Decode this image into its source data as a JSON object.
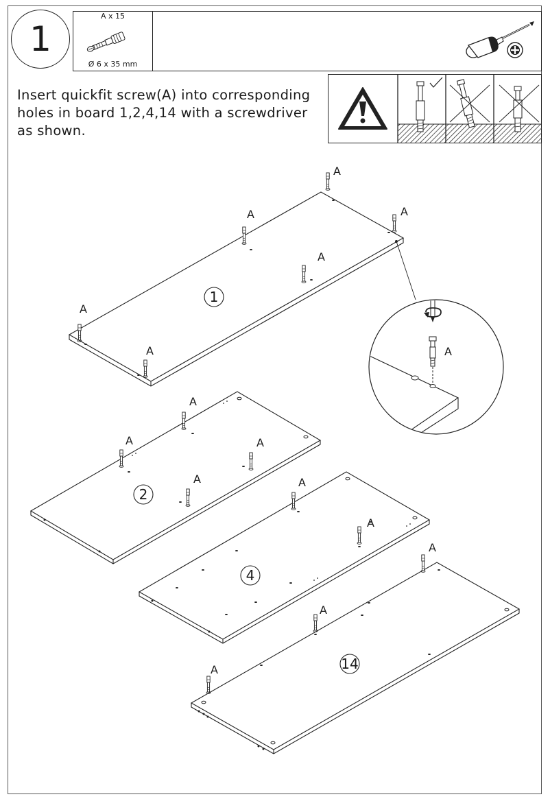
{
  "step": {
    "number": "1"
  },
  "parts": {
    "quantity": "A x 15",
    "dimension": "6 x 35 mm",
    "diameter_symbol": "Ø",
    "tool_icon": "screwdriver-icon",
    "tool_tip_icon": "phillips-head-icon"
  },
  "instruction": {
    "line1": "Insert quickfit screw(A) into corresponding",
    "line2": "holes in board 1,2,4,14 with a screwdriver",
    "line3": "as shown."
  },
  "warning": {
    "icon": "warning-triangle-icon",
    "correct_mark": "check-icon",
    "wrong_mark": "cross-icon"
  },
  "screw_label": "A",
  "boards": [
    {
      "number": "1"
    },
    {
      "number": "2"
    },
    {
      "number": "4"
    },
    {
      "number": "14"
    }
  ],
  "detail": {
    "label": "A"
  }
}
